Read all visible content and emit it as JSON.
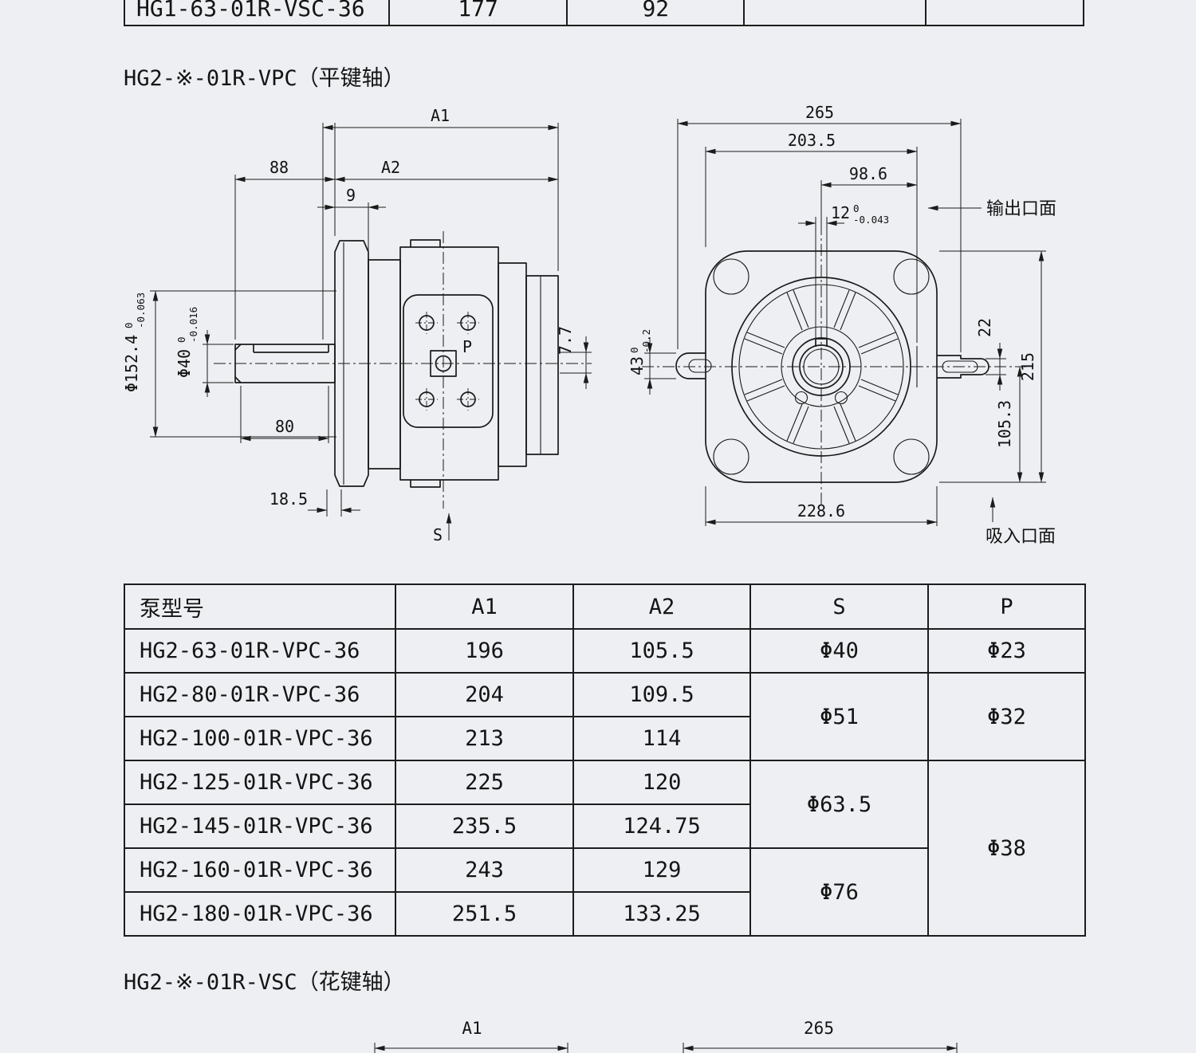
{
  "colors": {
    "bg": "#edeff2",
    "line": "#1b1b1b",
    "text": "#141414"
  },
  "top_table_fragment": {
    "model": "HG1-63-01R-VSC-36",
    "a1": "177",
    "a2": "92"
  },
  "section_vpc": {
    "title": "HG2-※-01R-VPC（平键轴）"
  },
  "section_vsc": {
    "title": "HG2-※-01R-VSC（花键轴）"
  },
  "side_view": {
    "a1": "A1",
    "a2": "A2",
    "len88": "88",
    "len9": "9",
    "phi152": "Φ152.4",
    "phi152_sup": "0",
    "phi152_sub": "-0.063",
    "phi40": "Φ40",
    "phi40_sup": "0",
    "phi40_sub": "-0.016",
    "len80": "80",
    "len18_5": "18.5",
    "len7_7": "7.7",
    "port_p": "P",
    "port_s": "S"
  },
  "front_view": {
    "w265": "265",
    "w203_5": "203.5",
    "w98_6": "98.6",
    "key12": "12",
    "key12_sup": "0",
    "key12_sub": "-0.043",
    "output_face": "输出口面",
    "h22": "22",
    "h215": "215",
    "h105_3": "105.3",
    "h43": "43",
    "h43_sup": "0",
    "h43_sub": "-0.2",
    "w228_6": "228.6",
    "suction_face": "吸入口面"
  },
  "spec_table": {
    "headers": {
      "model": "泵型号",
      "a1": "A1",
      "a2": "A2",
      "s": "S",
      "p": "P"
    },
    "rows": [
      {
        "model": "HG2-63-01R-VPC-36",
        "a1": "196",
        "a2": "105.5"
      },
      {
        "model": "HG2-80-01R-VPC-36",
        "a1": "204",
        "a2": "109.5"
      },
      {
        "model": "HG2-100-01R-VPC-36",
        "a1": "213",
        "a2": "114"
      },
      {
        "model": "HG2-125-01R-VPC-36",
        "a1": "225",
        "a2": "120"
      },
      {
        "model": "HG2-145-01R-VPC-36",
        "a1": "235.5",
        "a2": "124.75"
      },
      {
        "model": "HG2-160-01R-VPC-36",
        "a1": "243",
        "a2": "129"
      },
      {
        "model": "HG2-180-01R-VPC-36",
        "a1": "251.5",
        "a2": "133.25"
      }
    ],
    "s_merged": {
      "r1": "Φ40",
      "r2_3": "Φ51",
      "r4_5": "Φ63.5",
      "r6_7": "Φ76"
    },
    "p_merged": {
      "r1": "Φ23",
      "r2_3": "Φ32",
      "r4_7": "Φ38"
    }
  },
  "bottom_fragment": {
    "a1": "A1",
    "w265": "265"
  }
}
